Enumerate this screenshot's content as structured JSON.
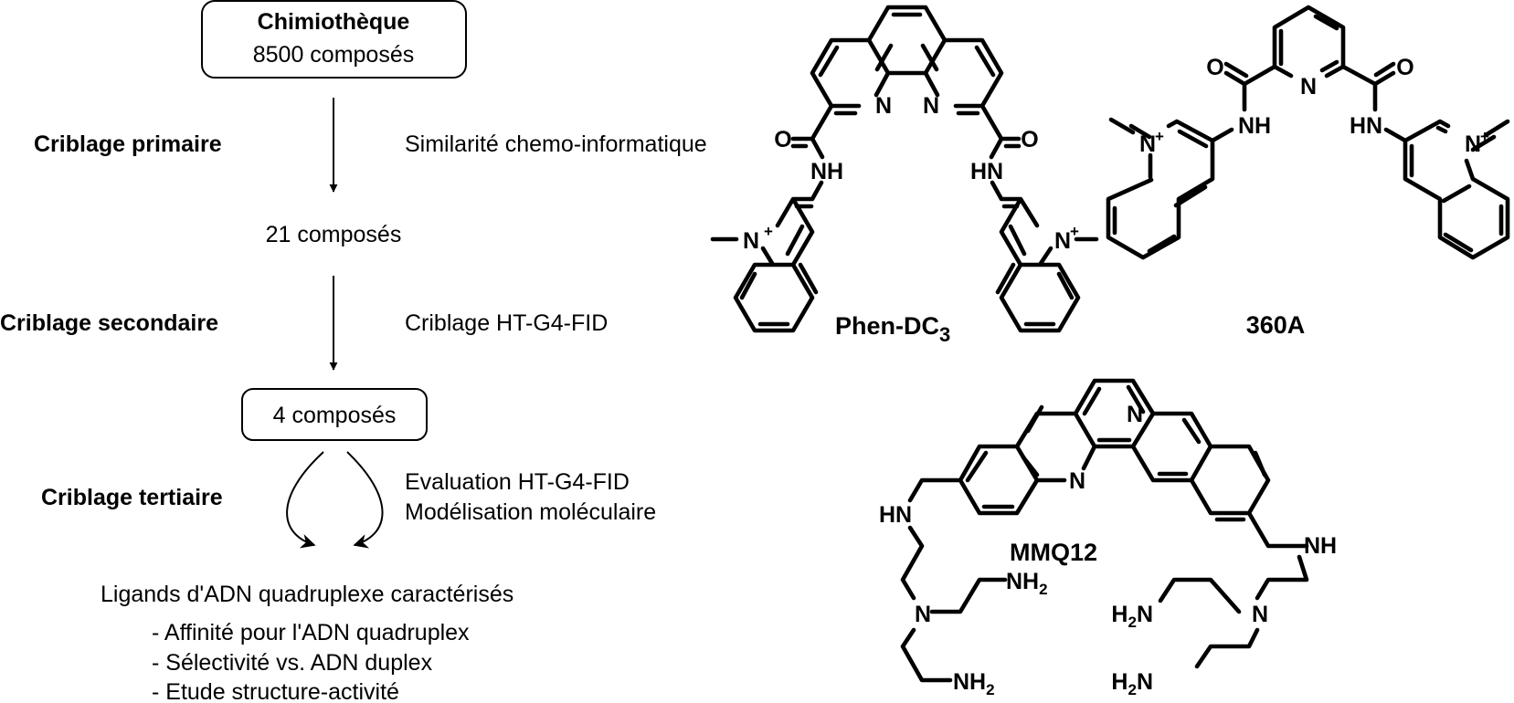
{
  "flowchart": {
    "top_box": {
      "title": "Chimiothèque",
      "subtitle": "8500 composés"
    },
    "stages": [
      {
        "label": "Criblage primaire",
        "method": "Similarité chemo-informatique"
      },
      {
        "label": "Criblage secondaire",
        "method": "Criblage HT-G4-FID"
      },
      {
        "label": "Criblage tertiaire",
        "method_lines": [
          "Evaluation HT-G4-FID",
          "Modélisation moléculaire"
        ]
      }
    ],
    "intermediate": "21 composés",
    "box_2": "4 composés",
    "result": {
      "title": "Ligands d'ADN quadruplexe caractérisés",
      "bullets": [
        "- Affinité pour l'ADN quadruplex",
        "- Sélectivité vs. ADN duplex",
        "- Etude structure-activité"
      ]
    }
  },
  "molecules": {
    "phen_dc3": {
      "name": "Phen-DC",
      "name_sub": "3"
    },
    "a360": {
      "name": "360A"
    },
    "mmq12": {
      "name": "MMQ12"
    },
    "atoms": {
      "N": "N",
      "O": "O",
      "NH": "NH",
      "HN": "HN",
      "H": "H",
      "plus": "+",
      "two": "2"
    }
  }
}
